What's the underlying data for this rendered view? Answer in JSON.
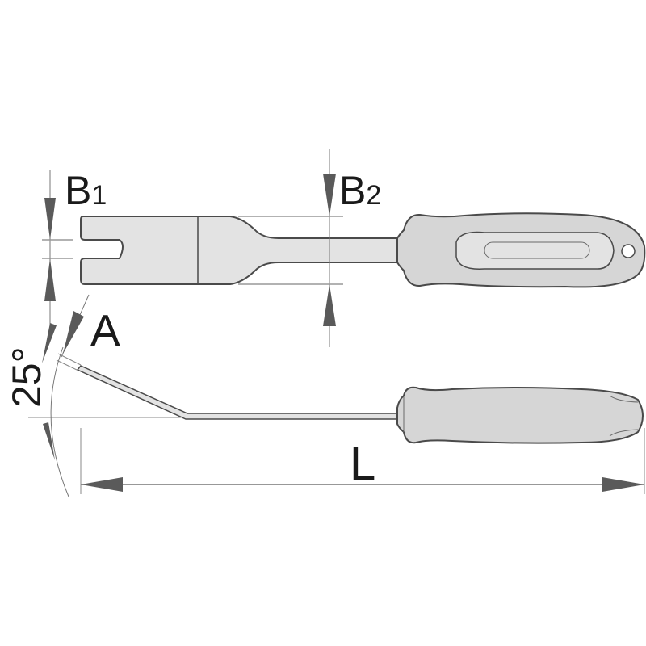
{
  "labels": {
    "b1_main": "B",
    "b1_sub": "1",
    "b2_main": "B",
    "b2_sub": "2",
    "a": "A",
    "angle": "25°",
    "length": "L"
  },
  "colors": {
    "fill": "#e3e3e3",
    "handle_fill": "#d6d6d6",
    "stroke": "#4a4a4a",
    "arrow": "#5a5a5a",
    "dim_line": "#8a8a8a"
  }
}
